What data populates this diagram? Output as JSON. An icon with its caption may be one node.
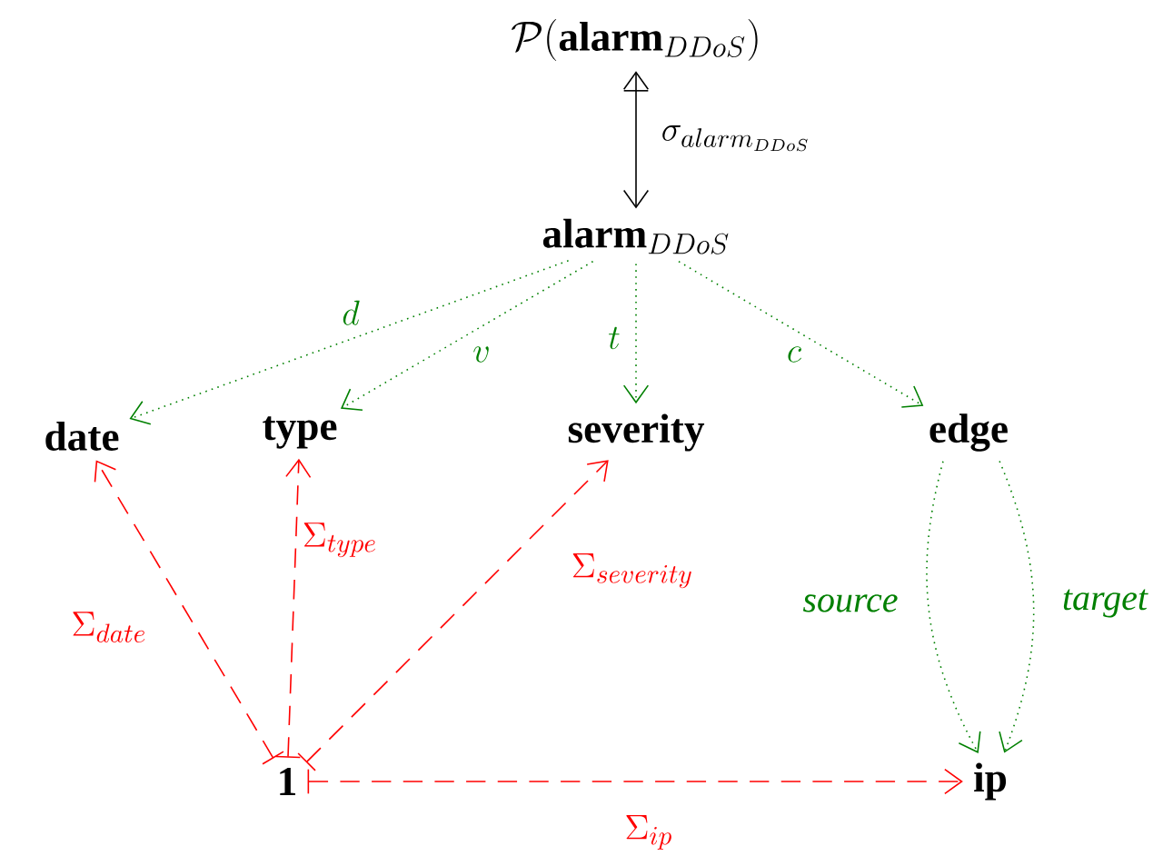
{
  "diagram": {
    "nodes": [
      {
        "text": [
          "\\mathcal{P}(\\mathbf{alarm}_{DDoS})"
        ]
      },
      {
        "text": [
          "\\mathbf{alarm}_{DDoS}"
        ]
      },
      {
        "text": [
          "date"
        ]
      },
      {
        "text": [
          "type"
        ]
      },
      {
        "text": [
          "severity"
        ]
      },
      {
        "text": [
          "edge"
        ]
      },
      {
        "text": [
          "1"
        ]
      },
      {
        "text": [
          "ip"
        ]
      }
    ],
    "edges": [
      {
        "from": 0,
        "to": 1,
        "arrow": "both",
        "label": "\\sigma_{alarm_{DDoS}}",
        "color": "#000000"
      },
      {
        "from": 1,
        "to": 2,
        "arrow": "to",
        "label": "d",
        "style": "dashed",
        "color": "#008000"
      },
      {
        "from": 1,
        "to": 3,
        "arrow": "to",
        "label": "v",
        "style": "dashed",
        "color": "#008000"
      },
      {
        "from": 1,
        "to": 4,
        "arrow": "to",
        "label": "t",
        "style": "dashed",
        "color": "#008000"
      },
      {
        "from": 1,
        "to": 5,
        "arrow": "to",
        "label": "c",
        "style": "dashed",
        "color": "#008000"
      },
      {
        "from": 6,
        "to": 2,
        "arrow": "to",
        "label": "\\Sigma_{date}",
        "style": "dashed",
        "color": "#ff0000"
      },
      {
        "from": 6,
        "to": 3,
        "arrow": "to",
        "label": "\\Sigma_{type}",
        "style": "dashed",
        "color": "#ff0000"
      },
      {
        "from": 6,
        "to": 4,
        "arrow": "to",
        "label": "\\Sigma_{severity}",
        "style": "dashed",
        "color": "#ff0000"
      },
      {
        "from": 6,
        "to": 7,
        "arrow": "to",
        "label": "\\Sigma_{ip}",
        "style": "dashed",
        "color": "#ff0000"
      },
      {
        "from": 5,
        "to": 7,
        "arrow": "to",
        "label": "source",
        "style": "dashed",
        "color": "#008000"
      },
      {
        "from": 5,
        "to": 7,
        "arrow": "to",
        "label": "target",
        "style": "dashed",
        "color": "#008000"
      }
    ]
  }
}
